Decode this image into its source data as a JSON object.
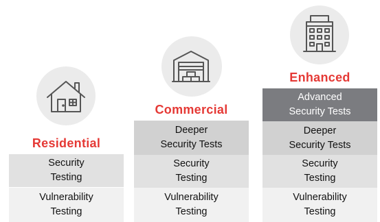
{
  "tiers": [
    {
      "title": "Residential",
      "icon": "house-icon",
      "blocks": [
        "Security\nTesting",
        "Vulnerability\nTesting"
      ]
    },
    {
      "title": "Commercial",
      "icon": "warehouse-icon",
      "blocks": [
        "Deeper\nSecurity Tests",
        "Security\nTesting",
        "Vulnerability\nTesting"
      ]
    },
    {
      "title": "Enhanced",
      "icon": "office-building-icon",
      "blocks": [
        "Advanced\nSecurity Tests",
        "Deeper\nSecurity Tests",
        "Security\nTesting",
        "Vulnerability\nTesting"
      ]
    }
  ],
  "colors": {
    "accent": "#e53935",
    "icon_bg": "#ebebeb",
    "icon_stroke": "#555555",
    "block_light": "#f1f1f1",
    "block_mid": "#e1e1e1",
    "block_dark": "#d1d1d1",
    "block_darker": "#7b7c80"
  }
}
